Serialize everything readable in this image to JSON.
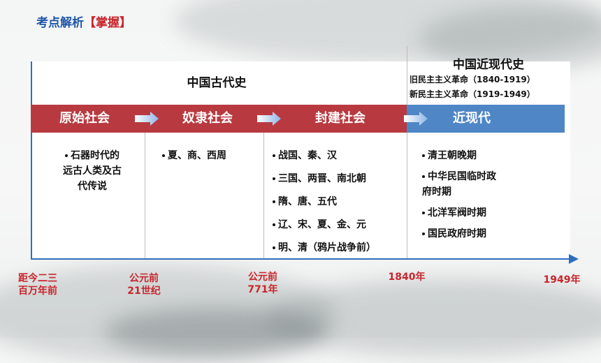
{
  "header": {
    "title": "考点解析",
    "tag": "【掌握】"
  },
  "eras": {
    "ancient": "中国古代史",
    "modern": "中国近现代史",
    "modern_sub1": "旧民主主义革命（1840-1919）",
    "modern_sub2": "新民主主义革命（1919-1949）"
  },
  "stages": [
    "原始社会",
    "奴隶社会",
    "封建社会",
    "近现代"
  ],
  "columns": {
    "primitive": [
      "石器时代的",
      "远古人类及古",
      "代传说"
    ],
    "slave": [
      "夏、商、西周"
    ],
    "feudal": [
      "战国、秦、汉",
      "三国、两晋、南北朝",
      "隋、唐、五代",
      "辽、宋、夏、金、元",
      "明、清（鸦片战争前）"
    ],
    "modern": [
      "清王朝晚期",
      "中华民国临时政",
      "府时期",
      "北洋军阀时期",
      "国民政府时期"
    ]
  },
  "ticks": {
    "t0": [
      "距今二三",
      "百万年前"
    ],
    "t1": [
      "公元前",
      "21世纪"
    ],
    "t2": [
      "公元前",
      "771年"
    ],
    "t3": "1840年",
    "t4": "1949年"
  },
  "colors": {
    "feudal_band": "#b83a40",
    "modern_band": "#4f86c6",
    "axis": "#2e6fbd",
    "title": "#1f56a8",
    "accent": "#c8252c"
  }
}
